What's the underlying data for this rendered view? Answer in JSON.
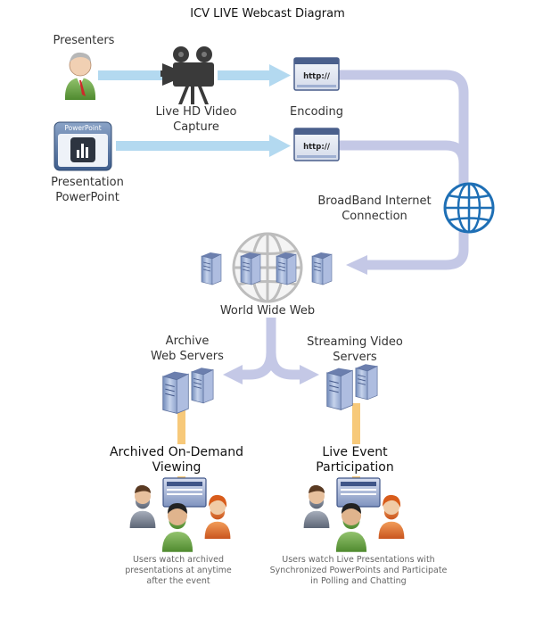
{
  "title": "ICV LIVE Webcast Diagram",
  "labels": {
    "presenters": "Presenters",
    "video_capture": "Live HD Video\nCapture",
    "encoding": "Encoding",
    "powerpoint_badge": "PowerPoint",
    "presentation": "Presentation\nPowerPoint",
    "encoder_url": "http://",
    "broadband": "BroadBand Internet\nConnection",
    "www": "World Wide Web",
    "archive_servers": "Archive\nWeb Servers",
    "streaming_servers": "Streaming Video\nServers",
    "archived_viewing": "Archived On-Demand\nViewing",
    "live_participation": "Live Event\nParticipation",
    "archived_caption": "Users watch archived\npresentations at anytime\nafter the event",
    "live_caption": "Users  watch Live Presentations with\nSynchronized PowerPoints and Participate\nin Polling and Chatting"
  },
  "colors": {
    "flow_light_blue": "#b3d9f0",
    "flow_lavender": "#c4c8e6",
    "server_link_orange": "#f7c97a",
    "globe_blue": "#1e6fb5"
  },
  "icons": [
    "presenter-avatar-icon",
    "film-camera-icon",
    "browser-window-icon",
    "powerpoint-app-icon",
    "globe-icon",
    "server-icon",
    "laptop-icon",
    "user-group-icon"
  ]
}
